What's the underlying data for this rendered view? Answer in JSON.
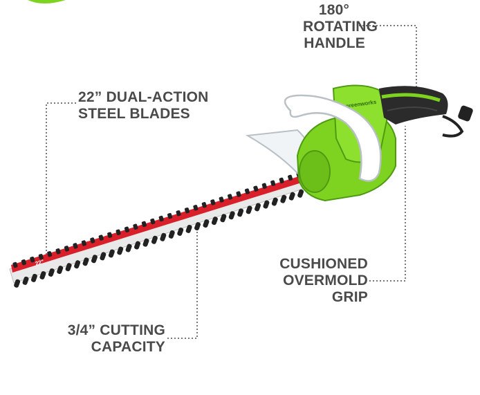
{
  "callouts": {
    "handle": {
      "line1": "180°",
      "line2": "ROTATING",
      "line3": "HANDLE"
    },
    "blades": {
      "line1": "22” DUAL-ACTION",
      "line2": "STEEL BLADES"
    },
    "grip": {
      "line1": "CUSHIONED",
      "line2": "OVERMOLD",
      "line3": "GRIP"
    },
    "capacity": {
      "line1": "3/4” CUTTING",
      "line2": "CAPACITY"
    }
  },
  "product": {
    "name": "hedge trimmer",
    "blade_mark": "22\"",
    "brand_mark": "greenworks"
  },
  "colors": {
    "body_green": "#7ed321",
    "body_green_dark": "#4e9a12",
    "blade_red": "#d81f2a",
    "blade_steel": "#e9e9e9",
    "teeth": "#222222",
    "grip": "#2b2b2b",
    "label_text": "#4a4a4a",
    "leader_line": "#777777"
  }
}
